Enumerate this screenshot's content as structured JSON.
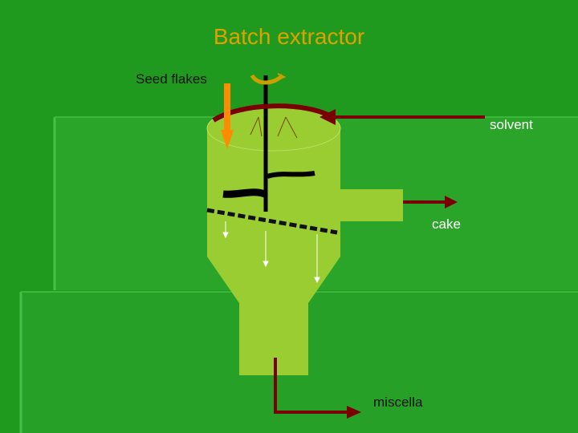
{
  "slide": {
    "title": "Batch extractor",
    "labels": {
      "seed_flakes": "Seed flakes",
      "solvent": "solvent",
      "cake": "cake",
      "miscella": "miscella"
    }
  },
  "colors": {
    "background": "#1f9a1f",
    "vessel": "#9acd32",
    "title": "#e0a000",
    "pipe": "#7a0000",
    "feed_arrow": "#ff8c00",
    "agitator": "#000000"
  }
}
